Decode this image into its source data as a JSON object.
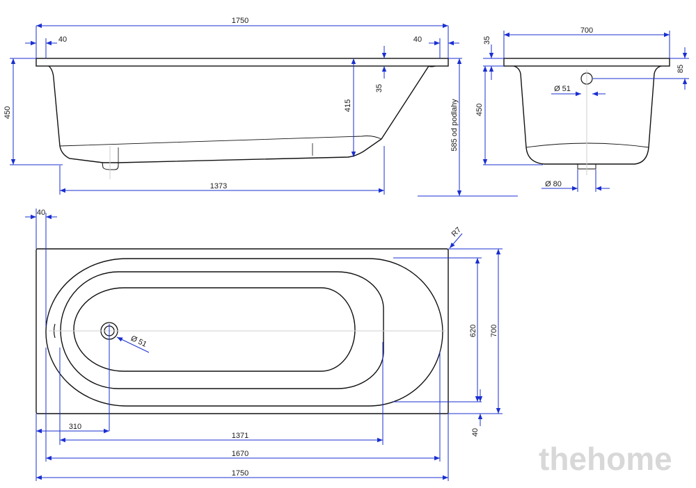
{
  "watermark": "thehome",
  "colors": {
    "outline": "#111111",
    "dimension": "#1a2fd0",
    "centerline": "#cfcfcf",
    "watermark": "#d8d8d8"
  },
  "side_view": {
    "total_length": "1750",
    "rim_left": "40",
    "rim_right": "40",
    "height": "450",
    "rim_thickness": "35",
    "inner_depth": "415",
    "floor_length": "1373",
    "height_from_floor": "585 od podlahy"
  },
  "end_view": {
    "width": "700",
    "rim_thickness": "35",
    "overflow_height": "85",
    "height": "450",
    "overflow_diameter": "Ø 51",
    "drain_diameter": "Ø 80"
  },
  "top_view": {
    "rim_left": "40",
    "corner_radius": "R7",
    "inner_width": "620",
    "total_width": "700",
    "rim_bottom": "40",
    "drain_diameter": "Ø 51",
    "drain_offset": "310",
    "inner_length": "1371",
    "usable_length": "1670",
    "total_length": "1750"
  }
}
